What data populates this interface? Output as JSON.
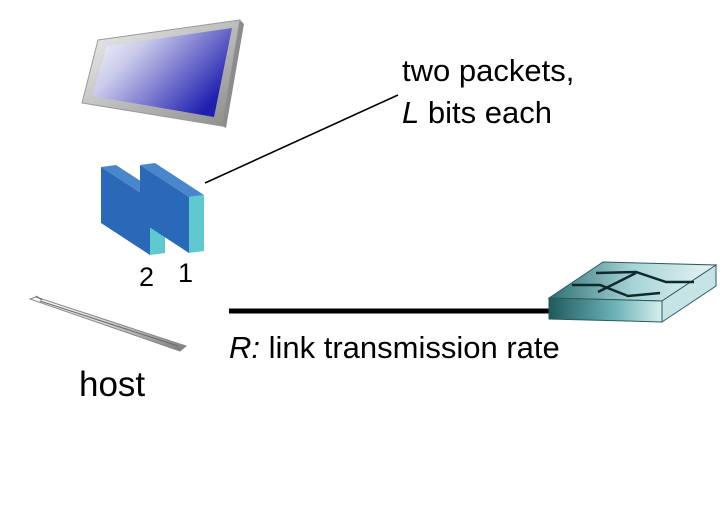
{
  "annotation": {
    "line1": "two packets,",
    "line2_var": "L",
    "line2_rest": " bits each"
  },
  "link": {
    "rate_var": "R:",
    "rate_rest": " link transmission rate"
  },
  "host": {
    "label": "host"
  },
  "packets": {
    "first_label": "1",
    "second_label": "2"
  },
  "colors": {
    "packet_front": "#2a68b8",
    "packet_side": "#5ec9cf",
    "link_line": "#000000",
    "router_body": "#4c9fa3",
    "monitor_screen": "#2a2ab8"
  }
}
